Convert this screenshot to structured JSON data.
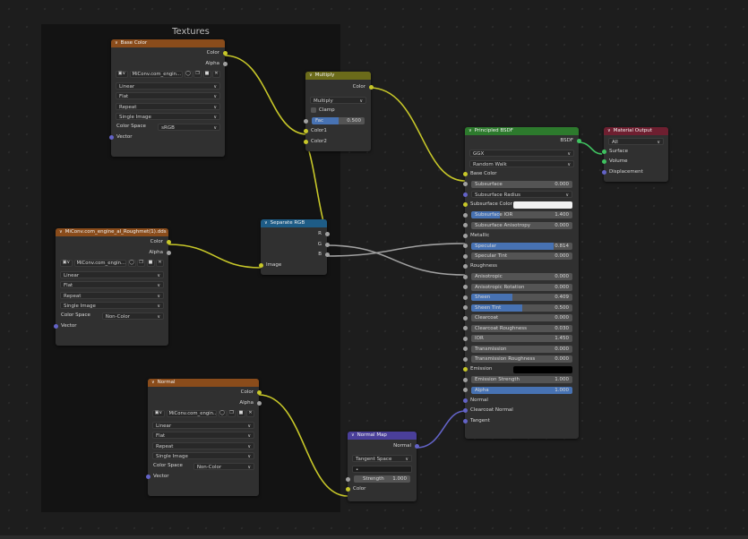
{
  "frame": {
    "title": "Textures"
  },
  "base_color_node": {
    "title": "Base Color",
    "out_color": "Color",
    "out_alpha": "Alpha",
    "image_name": "MiConv.com_engin...",
    "interpolation": "Linear",
    "projection": "Flat",
    "extension": "Repeat",
    "source": "Single Image",
    "color_space_label": "Color Space",
    "color_space": "sRGB",
    "in_vector": "Vector"
  },
  "roughness_node": {
    "title": "MiConv.com_engine_al_Roughmet(1).dds",
    "out_color": "Color",
    "out_alpha": "Alpha",
    "image_name": "MiConv.com_engin...",
    "interpolation": "Linear",
    "projection": "Flat",
    "extension": "Repeat",
    "source": "Single Image",
    "color_space_label": "Color Space",
    "color_space": "Non-Color",
    "in_vector": "Vector"
  },
  "normal_tex_node": {
    "title": "Normal",
    "out_color": "Color",
    "out_alpha": "Alpha",
    "image_name": "MiConv.com_engin...",
    "interpolation": "Linear",
    "projection": "Flat",
    "extension": "Repeat",
    "source": "Single Image",
    "color_space_label": "Color Space",
    "color_space": "Non-Color",
    "in_vector": "Vector"
  },
  "multiply_node": {
    "title": "Multiply",
    "out_color": "Color",
    "blend_mode": "Multiply",
    "clamp": "Clamp",
    "fac_label": "Fac",
    "fac_value": "0.500",
    "fac_fraction": 0.5,
    "in_color1": "Color1",
    "in_color2": "Color2"
  },
  "separate_rgb_node": {
    "title": "Separate RGB",
    "out_r": "R",
    "out_g": "G",
    "out_b": "B",
    "in_image": "Image"
  },
  "normal_map_node": {
    "title": "Normal Map",
    "out_normal": "Normal",
    "space": "Tangent Space",
    "uv_value": "•",
    "strength_label": "Strength",
    "strength_value": "1.000",
    "in_color": "Color"
  },
  "bsdf_node": {
    "title": "Principled BSDF",
    "out_bsdf": "BSDF",
    "distribution": "GGX",
    "subsurface_method": "Random Walk",
    "base_color": "Base Color",
    "subsurface_label": "Subsurface",
    "subsurface_value": "0.000",
    "subsurface_radius": "Subsurface Radius",
    "subsurface_color": "Subsurface Color",
    "subsurface_ior_label": "Subsurface IOR",
    "subsurface_ior_value": "1.400",
    "subsurface_aniso_label": "Subsurface Anisotropy",
    "subsurface_aniso_value": "0.000",
    "metallic": "Metallic",
    "specular_label": "Specular",
    "specular_value": "0.814",
    "specular_fraction": 0.814,
    "specular_tint_label": "Specular Tint",
    "specular_tint_value": "0.000",
    "roughness": "Roughness",
    "anisotropic_label": "Anisotropic",
    "anisotropic_value": "0.000",
    "aniso_rot_label": "Anisotropic Rotation",
    "aniso_rot_value": "0.000",
    "sheen_label": "Sheen",
    "sheen_value": "0.409",
    "sheen_fraction": 0.409,
    "sheen_tint_label": "Sheen Tint",
    "sheen_tint_value": "0.500",
    "sheen_tint_fraction": 0.5,
    "clearcoat_label": "Clearcoat",
    "clearcoat_value": "0.000",
    "clearcoat_rough_label": "Clearcoat Roughness",
    "clearcoat_rough_value": "0.030",
    "ior_label": "IOR",
    "ior_value": "1.450",
    "transmission_label": "Transmission",
    "transmission_value": "0.000",
    "transmission_rough_label": "Transmission Roughness",
    "transmission_rough_value": "0.000",
    "emission": "Emission",
    "emission_strength_label": "Emission Strength",
    "emission_strength_value": "1.000",
    "alpha_label": "Alpha",
    "alpha_value": "1.000",
    "alpha_fraction": 1.0,
    "normal": "Normal",
    "clearcoat_normal": "Clearcoat Normal",
    "tangent": "Tangent"
  },
  "output_node": {
    "title": "Material Output",
    "target": "All",
    "surface": "Surface",
    "volume": "Volume",
    "displacement": "Displacement"
  },
  "colors": {
    "texture_header": "#8a4c1b",
    "converter_header": "#1e5c86",
    "vector_header": "#4a3f9a",
    "color_header": "#6b6b1a",
    "shader_header": "#2d7a2d",
    "output_header": "#6e1f30",
    "link_yellow": "#c7c729",
    "link_grey": "#a1a1a1",
    "link_green": "#3fc260",
    "link_purple": "#6363c7",
    "slider_fill": "#4772b3"
  }
}
